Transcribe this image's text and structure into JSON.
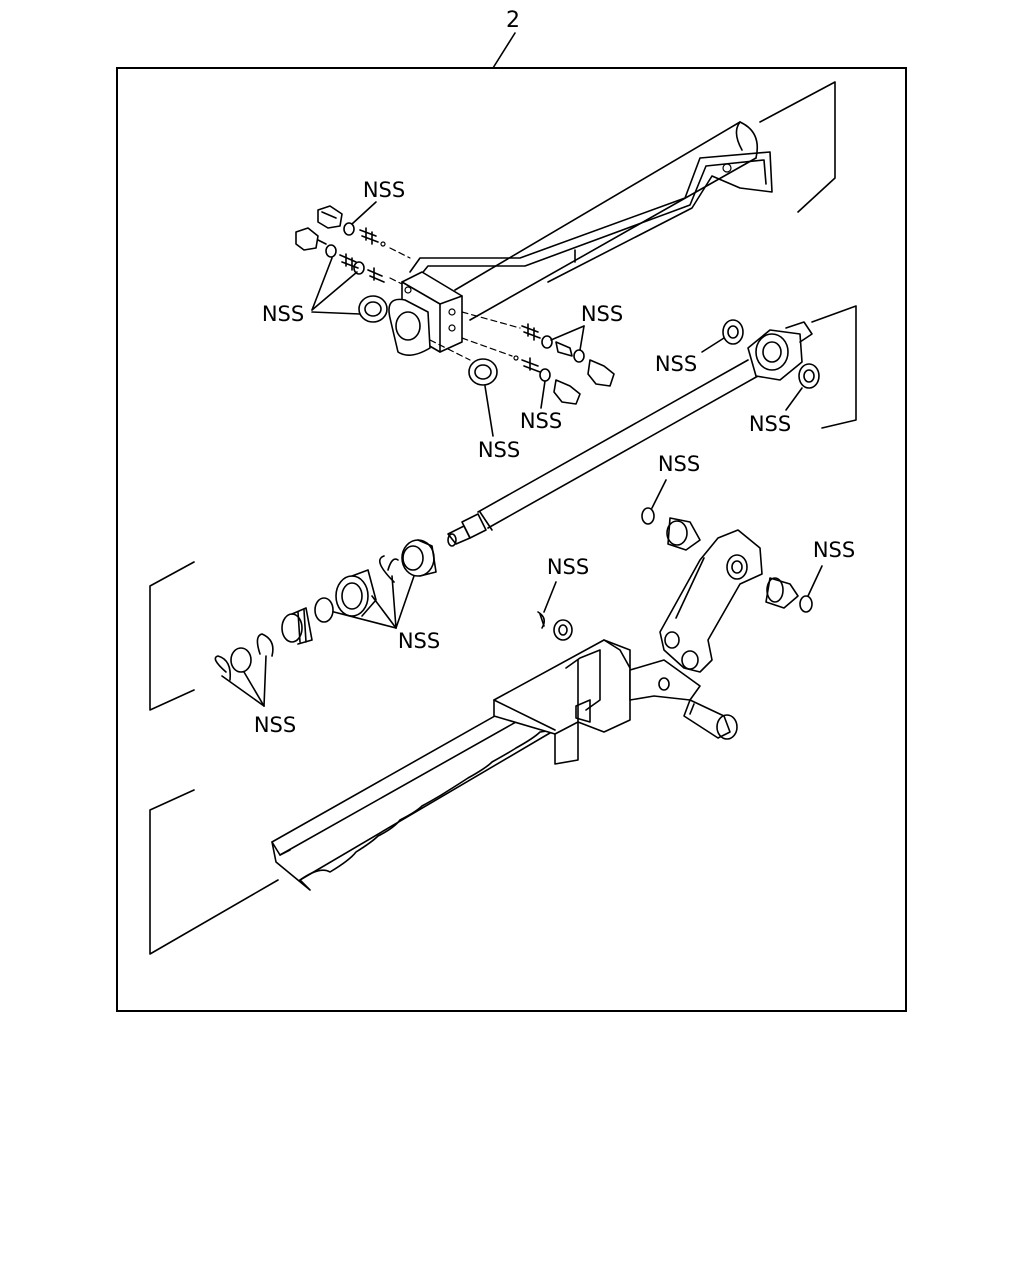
{
  "diagram": {
    "callout_number": "2",
    "labels": {
      "nss_upper_fitting": "NSS",
      "nss_left_orings": "NSS",
      "nss_right_orings": "NSS",
      "nss_lower_fitting": "NSS",
      "nss_block_seal": "NSS",
      "nss_rod_end_left": "NSS",
      "nss_rod_end_right": "NSS",
      "nss_bushing_clip": "NSS",
      "nss_piston_seals": "NSS",
      "nss_cotter_pin": "NSS",
      "nss_link_clip": "NSS",
      "nss_snap_rings": "NSS"
    }
  }
}
